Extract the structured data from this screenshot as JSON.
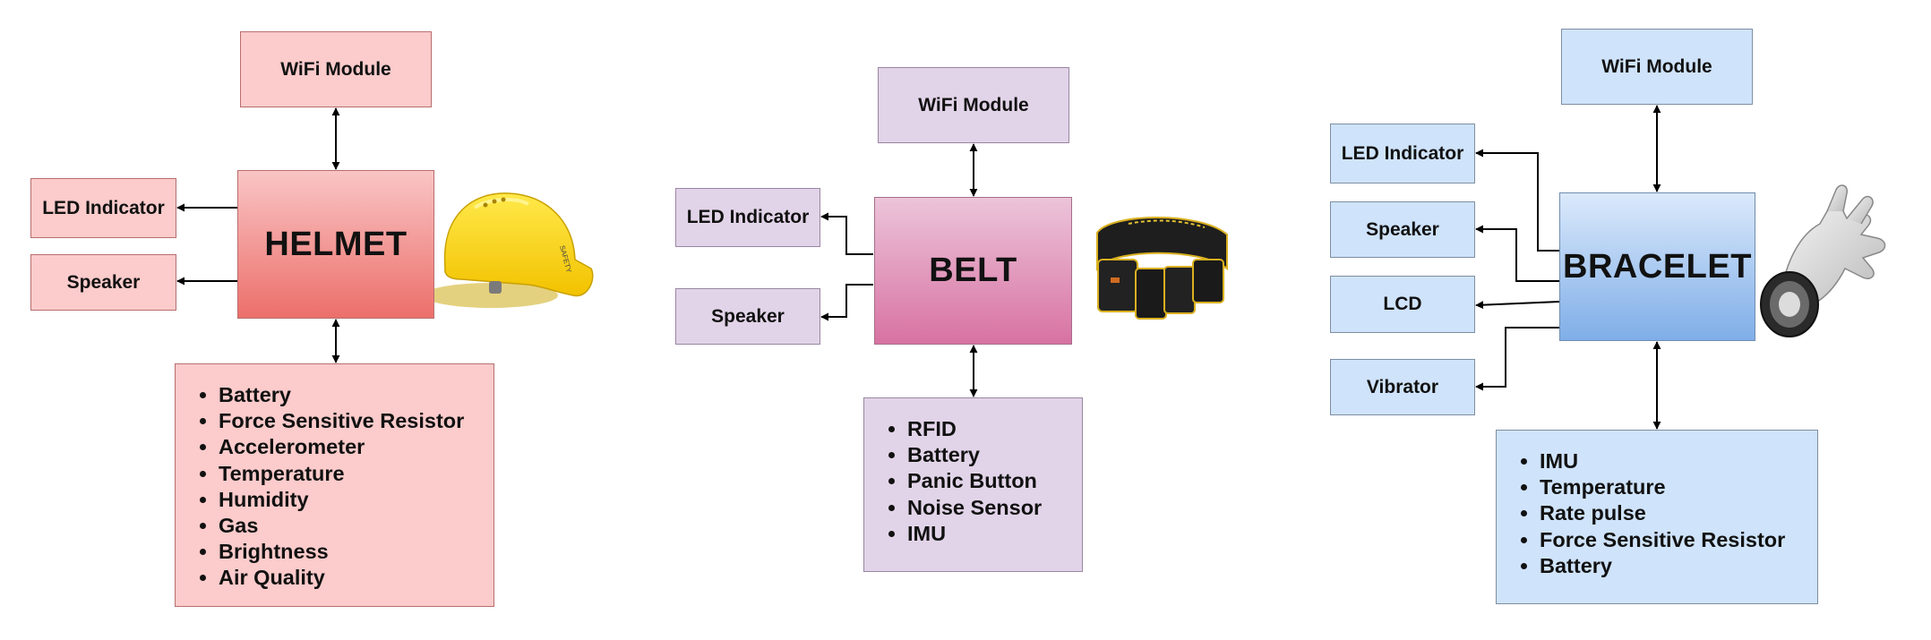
{
  "helmet": {
    "title": "HELMET",
    "wifi": "WiFi Module",
    "led": "LED Indicator",
    "speaker": "Speaker",
    "sensors": [
      "Battery",
      "Force Sensitive Resistor",
      "Accelerometer",
      "Temperature",
      "Humidity",
      "Gas",
      "Brightness",
      "Air Quality"
    ],
    "colors": {
      "light": "#fccbcb",
      "main_top": "#f9c5c5",
      "main_bottom": "#ec6f6a"
    }
  },
  "belt": {
    "title": "BELT",
    "wifi": "WiFi Module",
    "led": "LED Indicator",
    "speaker": "Speaker",
    "sensors": [
      "RFID",
      "Battery",
      "Panic Button",
      "Noise Sensor",
      "IMU"
    ],
    "colors": {
      "light": "#e2d4e8",
      "main_top": "#ecc4d9",
      "main_bottom": "#d872a2"
    }
  },
  "bracelet": {
    "title": "BRACELET",
    "wifi": "WiFi Module",
    "led": "LED Indicator",
    "speaker": "Speaker",
    "lcd": "LCD",
    "vibrator": "Vibrator",
    "sensors": [
      "IMU",
      "Temperature",
      "Rate pulse",
      "Force Sensitive Resistor",
      "Battery"
    ],
    "colors": {
      "light": "#cfe3fb",
      "main_top": "#dbe9fb",
      "main_bottom": "#7faee8"
    }
  },
  "images": [
    "yellow-hard-hat",
    "tool-belt",
    "smart-glove-bracelet"
  ]
}
